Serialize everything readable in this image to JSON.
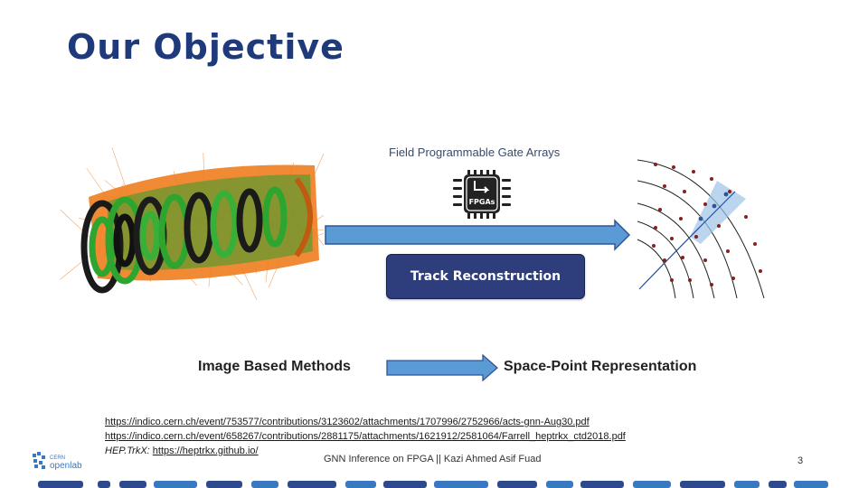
{
  "slide": {
    "title": "Our Objective",
    "fpga_label": "Field Programmable Gate Arrays",
    "fpga_chip_text": "FPGAs",
    "track_button": "Track Reconstruction",
    "image_methods_label": "Image Based Methods",
    "space_point_label": "Space-Point Representation",
    "references": {
      "ref1": "https://indico.cern.ch/event/753577/contributions/3123602/attachments/1707996/2752966/acts-gnn-Aug30.pdf",
      "ref2": "https://indico.cern.ch/event/658267/contributions/2881175/attachments/1621912/2581064/Farrell_heptrkx_ctd2018.pdf",
      "ref3_prefix": "HEP.TrkX: ",
      "ref3_link": "https://heptrkx.github.io/"
    },
    "footer": "GNN Inference on FPGA || Kazi Ahmed Asif Fuad",
    "page_number": "3",
    "logo_top": "CERN",
    "logo_bottom": "openlab"
  },
  "colors": {
    "title": "#1f3a7a",
    "button_bg": "#2e3e7c",
    "arrow_fill": "#5b9bd5",
    "arrow_stroke": "#2f5597"
  }
}
